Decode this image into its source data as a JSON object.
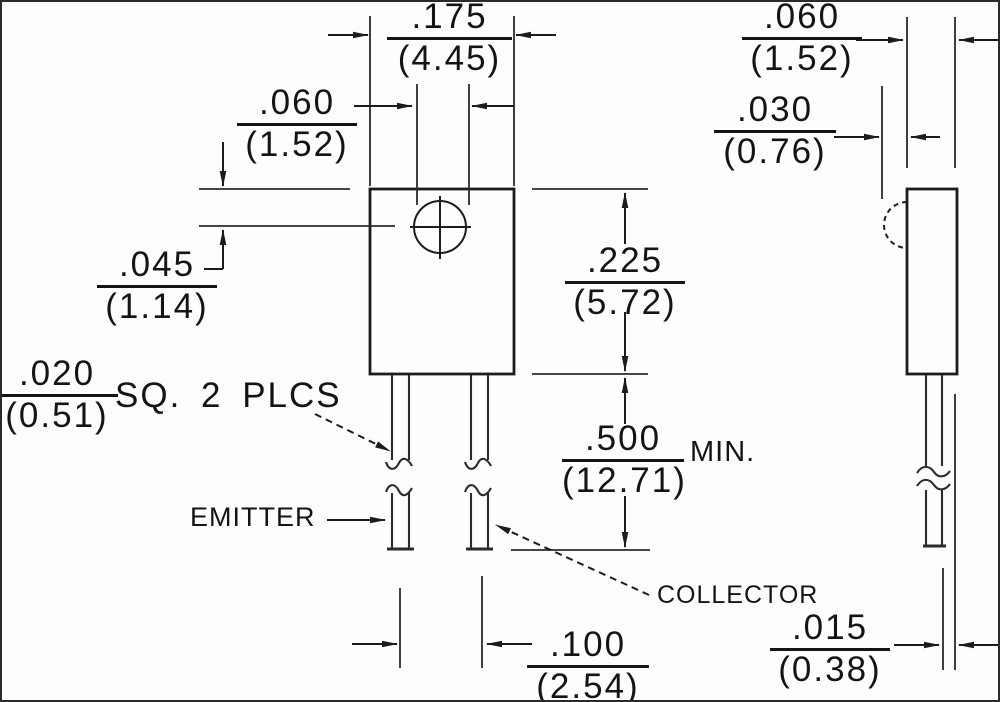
{
  "front_view": {
    "dims": {
      "body_width": {
        "in": ".175",
        "mm": "(4.45)"
      },
      "hole_diameter": {
        "in": ".060",
        "mm": "(1.52)"
      },
      "hole_center": {
        "in": ".045",
        "mm": "(1.14)"
      },
      "lead_square": {
        "in": ".020",
        "mm": "(0.51)",
        "note": "SQ. 2 PLCS"
      },
      "body_height": {
        "in": ".225",
        "mm": "(5.72)"
      },
      "lead_length": {
        "in": ".500",
        "mm": "(12.71)",
        "note": "MIN."
      },
      "lead_pitch": {
        "in": ".100",
        "mm": "(2.54)"
      }
    },
    "labels": {
      "emitter": "EMITTER",
      "collector": "COLLECTOR"
    }
  },
  "side_view": {
    "dims": {
      "body_thickness": {
        "in": ".060",
        "mm": "(1.52)"
      },
      "boss_height": {
        "in": ".030",
        "mm": "(0.76)"
      },
      "lead_thickness": {
        "in": ".015",
        "mm": "(0.38)"
      }
    }
  },
  "line_color": "#1c1c1c"
}
